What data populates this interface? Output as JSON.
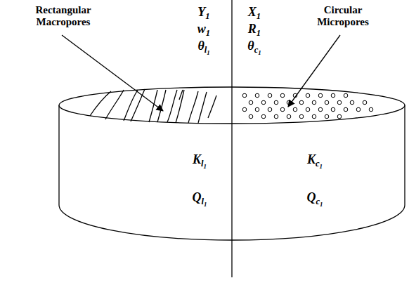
{
  "diagram": {
    "labels": [
      "Rectangular Macropores",
      "Y1",
      "w1",
      "θl1",
      "X1",
      "R1",
      "θc1",
      "Circular Micropores",
      "Kl1",
      "Ql1",
      "Kc1",
      "Qc1"
    ]
  }
}
